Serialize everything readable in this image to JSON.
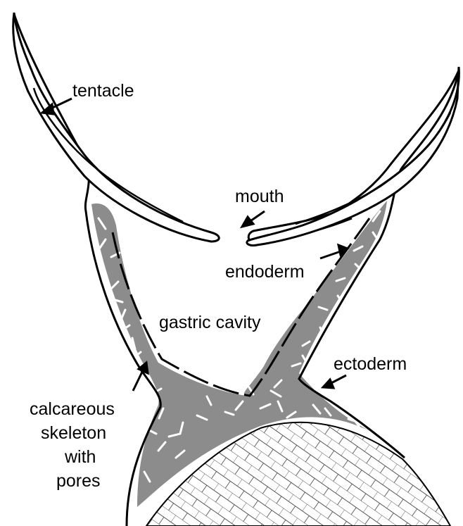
{
  "colors": {
    "outline": "#000000",
    "skeleton": "#8c8c8c",
    "pore_lines": "#ffffff",
    "background": "#ffffff",
    "substrate_hatch": "#555555"
  },
  "labels": {
    "tentacle": "tentacle",
    "mouth": "mouth",
    "endoderm": "endoderm",
    "gastric_cavity": "gastric cavity",
    "ectoderm": "ectoderm",
    "skeleton_line1": "calcareous",
    "skeleton_line2": "skeleton",
    "skeleton_line3": "with",
    "skeleton_line4": "pores"
  }
}
